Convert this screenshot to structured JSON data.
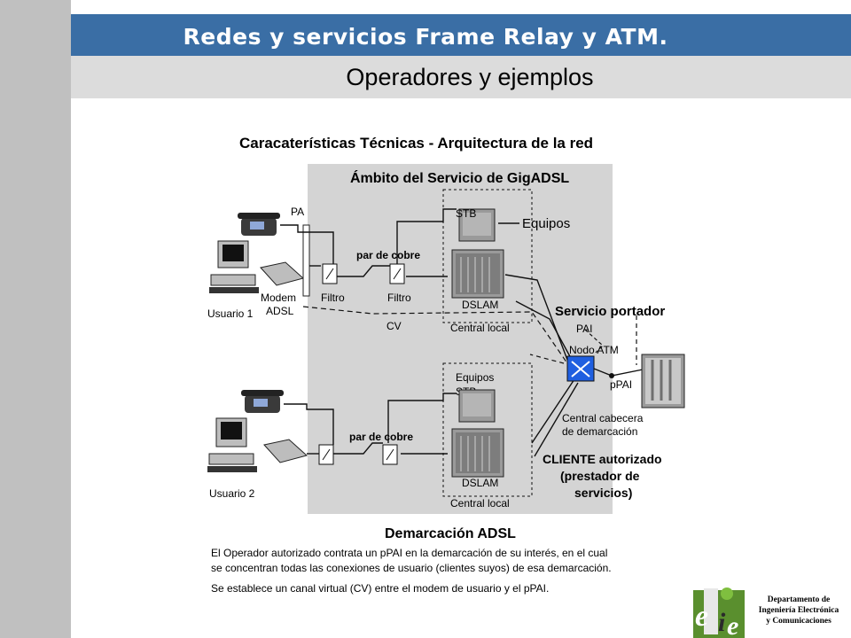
{
  "header": {
    "title": "Redes y servicios Frame Relay y ATM.",
    "subtitle": "Operadores y ejemplos"
  },
  "diagram": {
    "heading": "Caracaterísticas Técnicas - Arquitectura de la red",
    "scope_label": "Ámbito del Servicio de GigADSL",
    "labels": {
      "pa": "PA",
      "stb_top": "STB",
      "equipos_top": "Equipos",
      "par_cobre_top": "par de cobre",
      "modem": "Modem",
      "adsl": "ADSL",
      "filtro_1": "Filtro",
      "filtro_2": "Filtro",
      "dslam_top": "DSLAM",
      "usuario_1": "Usuario 1",
      "cv": "CV",
      "central_local_top": "Central local",
      "servicio_portador": "Servicio portador",
      "pai": "PAI",
      "nodo_atm": "Nodo ATM",
      "ppai": "pPAI",
      "central_cabecera_1": "Central cabecera",
      "central_cabecera_2": "de demarcación",
      "equipos_bottom": "Equipos",
      "stb_bottom": "STB",
      "par_cobre_bottom": "par de cobre",
      "cliente_1": "CLIENTE autorizado",
      "cliente_2": "(prestador de",
      "cliente_3": "servicios)",
      "usuario_2": "Usuario 2",
      "dslam_bottom": "DSLAM",
      "central_local_bottom": "Central local"
    },
    "demarcacion_title": "Demarcación ADSL",
    "notes": {
      "line1": "El Operador autorizado contrata un pPAI en la demarcación de su interés, en el cual",
      "line2": "se concentran todas las conexiones de usuario (clientes suyos) de esa demarcación.",
      "line3": "Se establece un canal virtual (CV) entre el modem de usuario y el pPAI."
    }
  },
  "logo": {
    "line1": "Departamento de",
    "line2": "Ingeniería Electrónica",
    "line3": "y Comunicaciones"
  }
}
